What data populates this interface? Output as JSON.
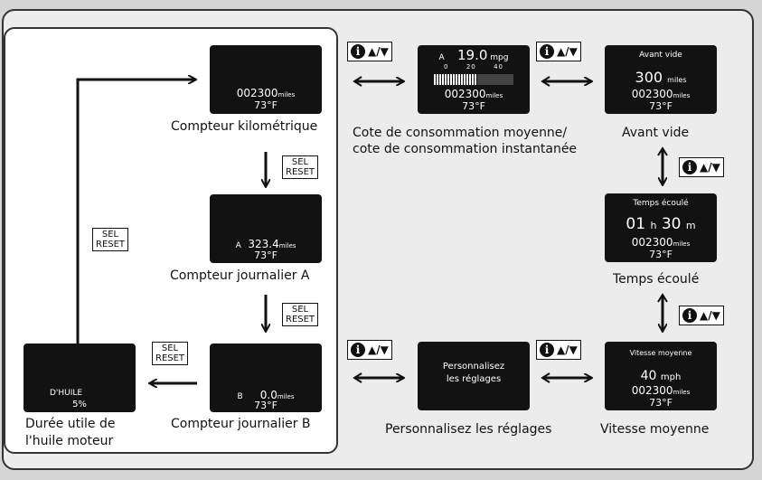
{
  "buttons": {
    "sel_reset": [
      "SEL",
      "RESET"
    ]
  },
  "controls": {
    "info_glyph": "i",
    "arrows": "▲/▼"
  },
  "odometer": {
    "reading": "002300",
    "unit": "miles",
    "temp": "73°F",
    "caption": "Compteur kilométrique"
  },
  "trip_a": {
    "prefix": "A",
    "reading": "323.4",
    "unit": "miles",
    "temp": "73°F",
    "caption": "Compteur journalier A"
  },
  "trip_b": {
    "prefix": "B",
    "reading": "0.0",
    "unit": "miles",
    "temp": "73°F",
    "caption": "Compteur journalier B"
  },
  "oil_life": {
    "label": "D'HUILE",
    "value": "5%",
    "caption_l1": "Durée utile de",
    "caption_l2": "l'huile moteur"
  },
  "fuel_economy": {
    "prefix": "A",
    "value": "19.0",
    "unit": "mpg",
    "scale": [
      "0",
      "20",
      "40"
    ],
    "bar_level": 0.55,
    "reading": "002300",
    "reading_unit": "miles",
    "temp": "73°F",
    "caption_l1": "Cote de consommation moyenne/",
    "caption_l2": "cote de consommation instantanée"
  },
  "range": {
    "title": "Avant vide",
    "value": "300",
    "unit": "miles",
    "reading": "002300",
    "reading_unit": "miles",
    "temp": "73°F",
    "caption": "Avant vide"
  },
  "elapsed": {
    "title": "Temps écoulé",
    "hours": "01",
    "h_unit": "h",
    "minutes": "30",
    "m_unit": "m",
    "reading": "002300",
    "reading_unit": "miles",
    "temp": "73°F",
    "caption": "Temps écoulé"
  },
  "avg_speed": {
    "title": "Vitesse moyenne",
    "value": "40",
    "unit": "mph",
    "reading": "002300",
    "reading_unit": "miles",
    "temp": "73°F",
    "caption": "Vitesse moyenne"
  },
  "customize": {
    "line1": "Personnalisez",
    "line2": "les réglages",
    "caption": "Personnalisez les réglages"
  }
}
